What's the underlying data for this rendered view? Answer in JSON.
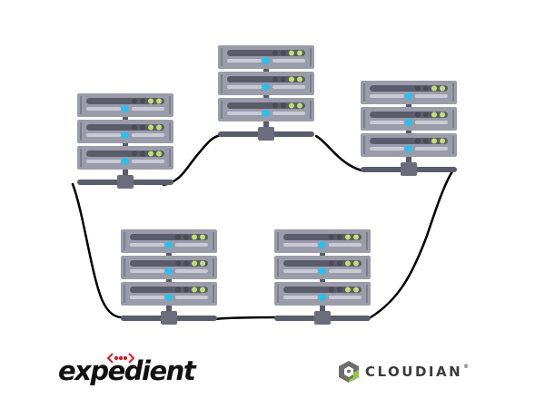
{
  "diagram": {
    "servers": [
      "server-top-left",
      "server-top-center",
      "server-top-right",
      "server-bottom-left",
      "server-bottom-right"
    ],
    "colors": {
      "chassis": "#9a9ca9",
      "panel": "#5b5c6a",
      "slot": "#c9cad6",
      "activity_light": "#21c4f2",
      "status_light": "#c3e06a",
      "base": "#5b5c6a",
      "link": "#000000"
    }
  },
  "logos": {
    "left": {
      "text": "expedient",
      "accent": "#e0191e"
    },
    "right": {
      "text": "CLOUDIAN",
      "registered": "®",
      "colors": [
        "#6d6e71",
        "#8dc63f"
      ]
    }
  }
}
